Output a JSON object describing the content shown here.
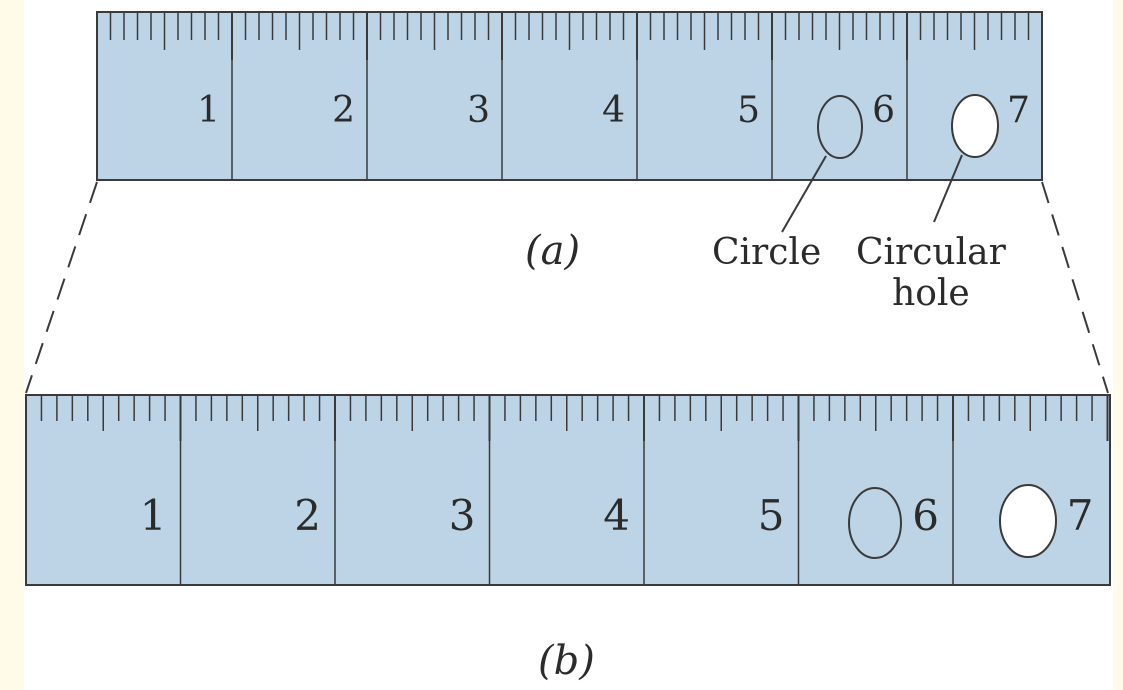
{
  "figure": {
    "ruler_numbers": [
      "1",
      "2",
      "3",
      "4",
      "5",
      "6",
      "7"
    ],
    "caption_a": "(a)",
    "caption_b": "(b)",
    "label_circle": "Circle",
    "label_hole_line1": "Circular",
    "label_hole_line2": "hole"
  },
  "colors": {
    "ruler_fill": "#bdd3e6",
    "ruler_stroke": "#3a3a3a",
    "background_margin": "#fffbe8",
    "hole_fill": "#ffffff"
  }
}
